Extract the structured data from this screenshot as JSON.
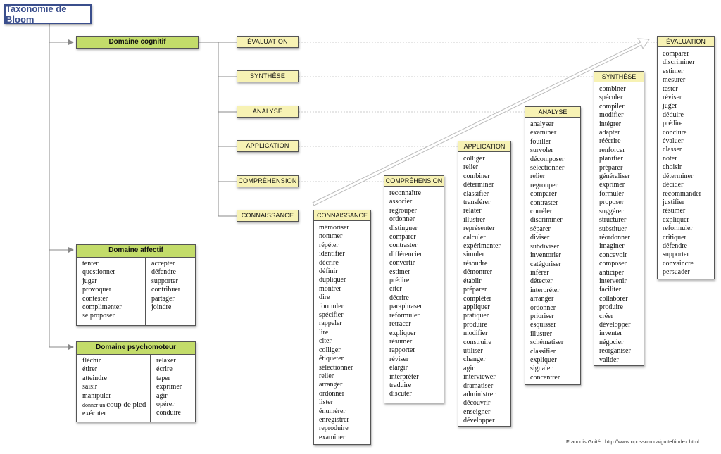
{
  "title": "Taxonomie de Bloom",
  "domains": {
    "cognitif": {
      "label": "Domaine cognitif"
    },
    "affectif": {
      "label": "Domaine affectif",
      "col1": [
        "tenter",
        "questionner",
        "juger",
        "provoquer",
        "contester",
        "complimenter",
        "se proposer"
      ],
      "col2": [
        "accepter",
        "défendre",
        "supporter",
        "contribuer",
        "partager",
        "joindre"
      ]
    },
    "psychomoteur": {
      "label": "Domaine psychomoteur",
      "col1": [
        "fléchir",
        "étirer",
        "atteindre",
        "saisir",
        "manipuler"
      ],
      "col1_line6_prefix": "donner un",
      "col1_line6_main": "coup de pied",
      "col1_last": "exécuter",
      "col2": [
        "relaxer",
        "écrire",
        "taper",
        "exprimer",
        "agir",
        "opérer",
        "conduire"
      ]
    }
  },
  "levels": [
    "ÉVALUATION",
    "SYNTHÈSE",
    "ANALYSE",
    "APPLICATION",
    "COMPRÉHENSION",
    "CONNAISSANCE"
  ],
  "verb_columns": [
    {
      "title": "CONNAISSANCE",
      "verbs": [
        "mémoriser",
        "nommer",
        "répéter",
        "identifier",
        "décrire",
        "définir",
        "dupliquer",
        "montrer",
        "dire",
        "formuler",
        "spécifier",
        "rappeler",
        "lire",
        "citer",
        "colliger",
        "étiqueter",
        "sélectionner",
        "relier",
        "arranger",
        "ordonner",
        "lister",
        "énumérer",
        "enregistrer",
        "reproduire",
        "examiner"
      ]
    },
    {
      "title": "COMPRÉHENSION",
      "verbs": [
        "reconnaître",
        "associer",
        "regrouper",
        "ordonner",
        "distinguer",
        "comparer",
        "contraster",
        "différencier",
        "convertir",
        "estimer",
        "prédire",
        "citer",
        "décrire",
        "paraphraser",
        "reformuler",
        "retracer",
        "expliquer",
        "résumer",
        "rapporter",
        "réviser",
        "élargir",
        "interpréter",
        "traduire",
        "discuter"
      ]
    },
    {
      "title": "APPLICATION",
      "verbs": [
        "colliger",
        "relier",
        "combiner",
        "déterminer",
        "classifier",
        "transférer",
        "relater",
        "illustrer",
        "représenter",
        "calculer",
        "expérimenter",
        "simuler",
        "résoudre",
        "démontrer",
        "établir",
        "préparer",
        "compléter",
        "appliquer",
        "pratiquer",
        "produire",
        "modifier",
        "construire",
        "utiliser",
        "changer",
        "agir",
        "interviewer",
        "dramatiser",
        "administrer",
        "découvrir",
        "enseigner",
        "développer"
      ]
    },
    {
      "title": "ANALYSE",
      "verbs": [
        "analyser",
        "examiner",
        "fouiller",
        "survoler",
        "décomposer",
        "sélectionner",
        "relier",
        "regrouper",
        "comparer",
        "contraster",
        "corréler",
        "discriminer",
        "séparer",
        "diviser",
        "subdiviser",
        "inventorier",
        "catégoriser",
        "inférer",
        "détecter",
        "interpréter",
        "arranger",
        "ordonner",
        "prioriser",
        "esquisser",
        "illustrer",
        "schématiser",
        "classifier",
        "expliquer",
        "signaler",
        "concentrer"
      ]
    },
    {
      "title": "SYNTHÈSE",
      "verbs": [
        "combiner",
        "spéculer",
        "compiler",
        "modifier",
        "intégrer",
        "adapter",
        "réécrire",
        "renforcer",
        "planifier",
        "préparer",
        "généraliser",
        "exprimer",
        "formuler",
        "proposer",
        "suggérer",
        "structurer",
        "substituer",
        "réordonner",
        "imaginer",
        "concevoir",
        "composer",
        "anticiper",
        "intervenir",
        "faciliter",
        "collaborer",
        "produire",
        "créer",
        "développer",
        "inventer",
        "négocier",
        "réorganiser",
        "valider"
      ]
    },
    {
      "title": "ÉVALUATION",
      "verbs": [
        "comparer",
        "discriminer",
        "estimer",
        "mesurer",
        "tester",
        "réviser",
        "juger",
        "déduire",
        "prédire",
        "conclure",
        "évaluer",
        "classer",
        "noter",
        "choisir",
        "déterminer",
        "décider",
        "recommander",
        "justifier",
        "résumer",
        "expliquer",
        "reformuler",
        "critiquer",
        "défendre",
        "supporter",
        "convaincre",
        "persuader"
      ]
    }
  ],
  "credit": "Francois Guité : http://www.opossum.ca/guitef/index.html",
  "colors": {
    "green": "#c3dc6a",
    "yellow": "#f7f2b4",
    "title_blue": "#3a4e8c"
  }
}
